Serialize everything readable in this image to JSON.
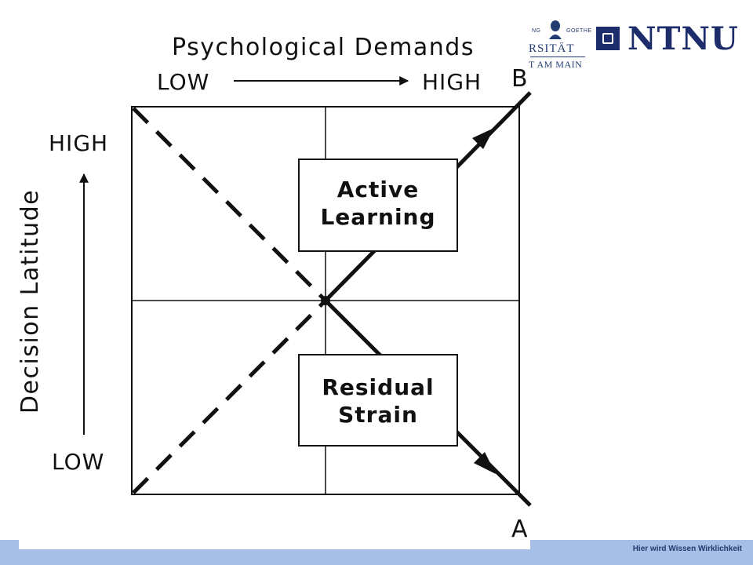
{
  "diagram": {
    "title": "Psychological Demands",
    "x_low": "LOW",
    "x_high": "HIGH",
    "y_title": "Decision Latitude",
    "y_high": "HIGH",
    "y_low": "LOW",
    "diagonal_b_label": "B",
    "diagonal_a_label": "A",
    "box_active": {
      "line1": "Active",
      "line2": "Learning"
    },
    "box_residual": {
      "line1": "Residual",
      "line2": "Strain"
    }
  },
  "logos": {
    "goethe_top_left": "NG",
    "goethe_top_right": "GOETHE",
    "goethe_line1": "RSITÄT",
    "goethe_line2": "T AM MAIN",
    "ntnu": "NTNU"
  },
  "footer": {
    "tagline": "Hier wird Wissen Wirklichkeit"
  },
  "colors": {
    "footer_band": "#a6bfe6",
    "tagline": "#1f3b6f",
    "ntnu_blue": "#1d2d6b",
    "goethe_blue": "#223b70"
  }
}
